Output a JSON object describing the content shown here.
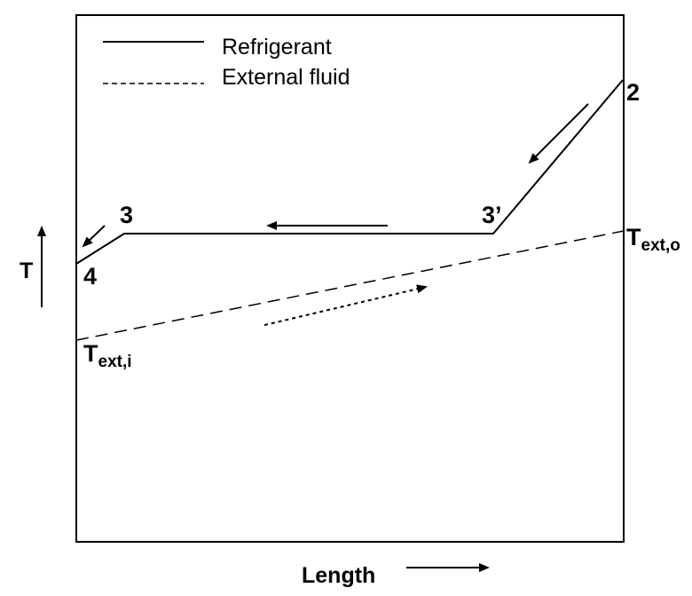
{
  "legend": {
    "refrigerant_label": "Refrigerant",
    "external_fluid_label": "External fluid"
  },
  "axes": {
    "y_label": "T",
    "x_label": "Length"
  },
  "points": {
    "p2": "2",
    "p3": "3",
    "p3prime": "3’",
    "p4": "4"
  },
  "temperatures": {
    "text_o_main": "T",
    "text_o_sub": "ext,o",
    "text_i_main": "T",
    "text_i_sub": "ext,i"
  },
  "colors": {
    "line": "#000000",
    "background": "#ffffff"
  }
}
